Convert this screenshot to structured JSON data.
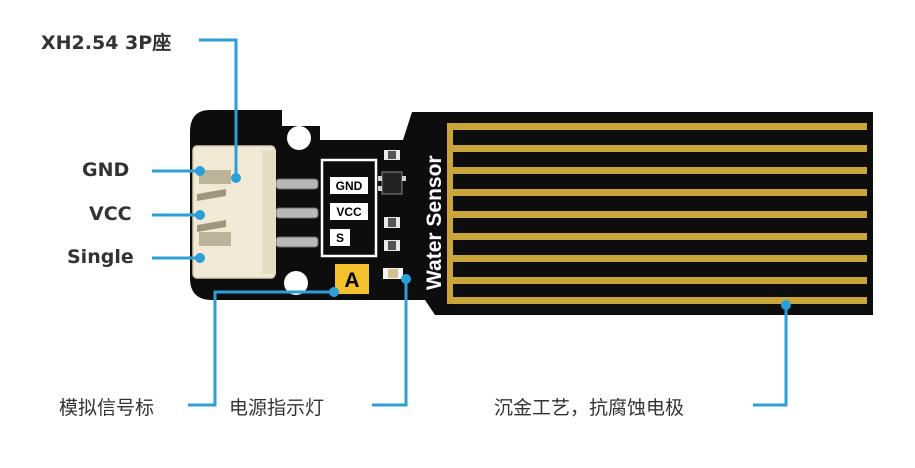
{
  "labels": {
    "connector": "XH2.54 3P座",
    "gnd": "GND",
    "vcc": "VCC",
    "signal": "Single",
    "module_mark": "模拟信号标",
    "power_led": "电源指示灯",
    "electrodes": "沉金工艺，抗腐蚀电极"
  },
  "board": {
    "silk_gnd": "GND",
    "silk_vcc": "VCC",
    "silk_s": "S",
    "title": "Water Sensor",
    "badge": "A"
  },
  "colors": {
    "pcb": "#0d0d0d",
    "gold": "#c9a53a",
    "leader": "#2c9fd9",
    "connector": "#f2ead6",
    "badge": "#f3c12b"
  }
}
